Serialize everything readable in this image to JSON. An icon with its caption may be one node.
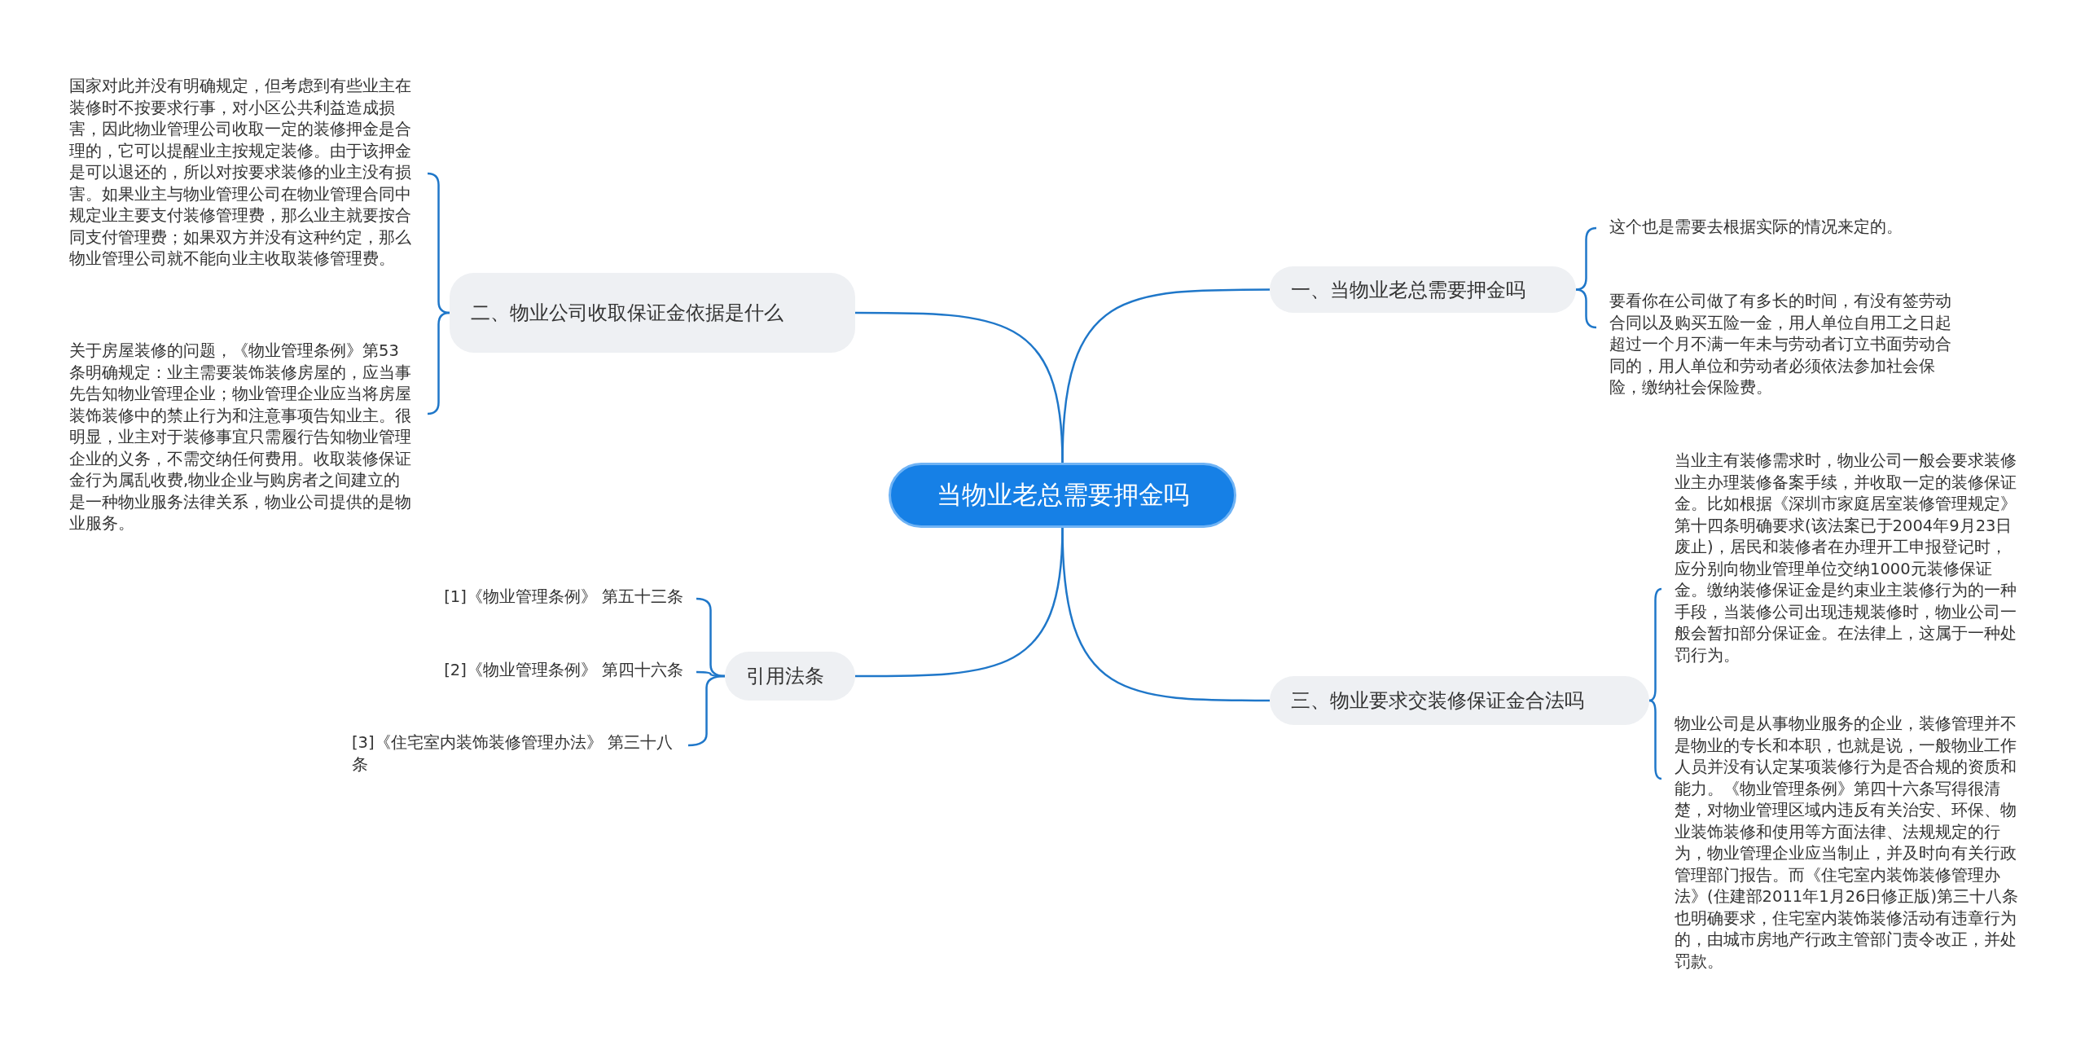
{
  "diagram": {
    "nodes": [
      {
        "text": [
          "当物业老总需要押金吗"
        ]
      },
      {
        "text": [
          "一、当物业老总需要押金吗"
        ]
      },
      {
        "text": [
          "这个也是需要去根据实际的情况来定的。"
        ]
      },
      {
        "text": [
          "要看你在公司做了有多长的时间，有没有签劳动合同以及购买五险一金，用人单位自用工之日起超过一个月不满一年未与劳动者订立书面劳动合同的，用人单位和劳动者必须依法参加社会保险，缴纳社会保险费。"
        ]
      },
      {
        "text": [
          "二、物业公司收取保证金依据是什么"
        ]
      },
      {
        "text": [
          "国家对此并没有明确规定，但考虑到有些业主在装修时不按要求行事，对小区公共利益造成损害，因此物业管理公司收取一定的装修押金是合理的，它可以提醒业主按规定装修。由于该押金是可以退还的，所以对按要求装修的业主没有损害。如果业主与物业管理公司在物业管理合同中规定业主要支付装修管理费，那么业主就要按合同支付管理费；如果双方并没有这种约定，那么物业管理公司就不能向业主收取装修管理费。"
        ]
      },
      {
        "text": [
          "关于房屋装修的问题，《物业管理条例》第53条明确规定：业主需要装饰装修房屋的，应当事先告知物业管理企业；物业管理企业应当将房屋装饰装修中的禁止行为和注意事项告知业主。很明显，业主对于装修事宜只需履行告知物业管理企业的义务，不需交纳任何费用。收取装修保证金行为属乱收费,物业企业与购房者之间建立的是一种物业服务法律关系，物业公司提供的是物业服务。"
        ]
      },
      {
        "text": [
          "三、物业要求交装修保证金合法吗"
        ]
      },
      {
        "text": [
          "当业主有装修需求时，物业公司一般会要求装修业主办理装修备案手续，并收取一定的装修保证金。比如根据《深圳市家庭居室装修管理规定》第十四条明确要求(该法案已于2004年9月23日废止)，居民和装修者在办理开工申报登记时，应分别向物业管理单位交纳1000元装修保证金。缴纳装修保证金是约束业主装修行为的一种手段，当装修公司出现违规装修时，物业公司一般会暂扣部分保证金。在法律上，这属于一种处罚行为。"
        ]
      },
      {
        "text": [
          "物业公司是从事物业服务的企业，装修管理并不是物业的专长和本职，也就是说，一般物业工作人员并没有认定某项装修行为是否合规的资质和能力。《物业管理条例》第四十六条写得很清楚，对物业管理区域内违反有关治安、环保、物业装饰装修和使用等方面法律、法规规定的行为，物业管理企业应当制止，并及时向有关行政管理部门报告。而《住宅室内装饰装修管理办法》(住建部2011年1月26日修正版)第三十八条也明确要求，住宅室内装饰装修活动有违章行为的，由城市房地产行政主管部门责令改正，并处罚款。"
        ]
      },
      {
        "text": [
          "引用法条"
        ]
      },
      {
        "text": [
          "[1]《物业管理条例》 第五十三条"
        ]
      },
      {
        "text": [
          "[2]《物业管理条例》 第四十六条"
        ]
      },
      {
        "text": [
          "[3]《住宅室内装饰装修管理办法》 第三十八条"
        ]
      }
    ],
    "edges": [
      {
        "from": 0,
        "to": 1,
        "arrow": "none"
      },
      {
        "from": 1,
        "to": 2,
        "arrow": "none"
      },
      {
        "from": 1,
        "to": 3,
        "arrow": "none"
      },
      {
        "from": 0,
        "to": 4,
        "arrow": "none"
      },
      {
        "from": 4,
        "to": 5,
        "arrow": "none"
      },
      {
        "from": 4,
        "to": 6,
        "arrow": "none"
      },
      {
        "from": 0,
        "to": 7,
        "arrow": "none"
      },
      {
        "from": 7,
        "to": 8,
        "arrow": "none"
      },
      {
        "from": 7,
        "to": 9,
        "arrow": "none"
      },
      {
        "from": 0,
        "to": 10,
        "arrow": "none"
      },
      {
        "from": 10,
        "to": 11,
        "arrow": "none"
      },
      {
        "from": 10,
        "to": 12,
        "arrow": "none"
      },
      {
        "from": 10,
        "to": 13,
        "arrow": "none"
      }
    ]
  }
}
